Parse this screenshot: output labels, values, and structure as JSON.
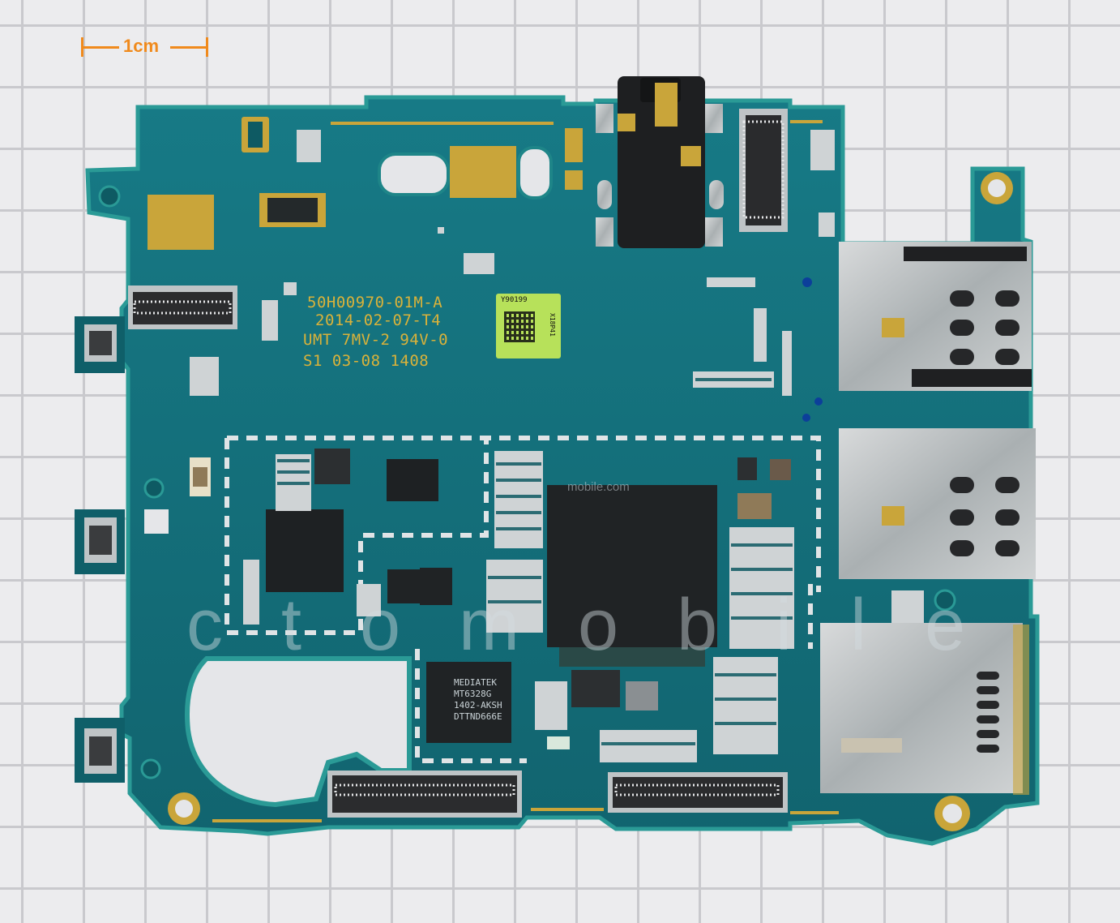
{
  "scale_bar": {
    "label": "1cm",
    "color": "#f08a1c"
  },
  "silkscreen": {
    "line1": "50H00970-01M-A",
    "line2": "2014-02-07-T4",
    "line3": "UMT 7MV-2 94V-0",
    "line4": "S1 03-08 1408",
    "color": "#d9b23a"
  },
  "sticker": {
    "code": "Y90199",
    "side_code": "X18P41"
  },
  "chip_marking": {
    "line1": "MEDIATEK",
    "line2": "MT6328G",
    "line3": "1402-AKSH",
    "line4": "DTTND666E"
  },
  "watermark": {
    "text": "ctomobile",
    "url": "mobile.com"
  },
  "colors": {
    "pcb": "#136f7a",
    "pcb_edge": "#22908f",
    "gold": "#c9a53a",
    "shield": "#cfd3d6",
    "grid_bg": "#ececee",
    "grid_line": "#c9c9cd"
  }
}
